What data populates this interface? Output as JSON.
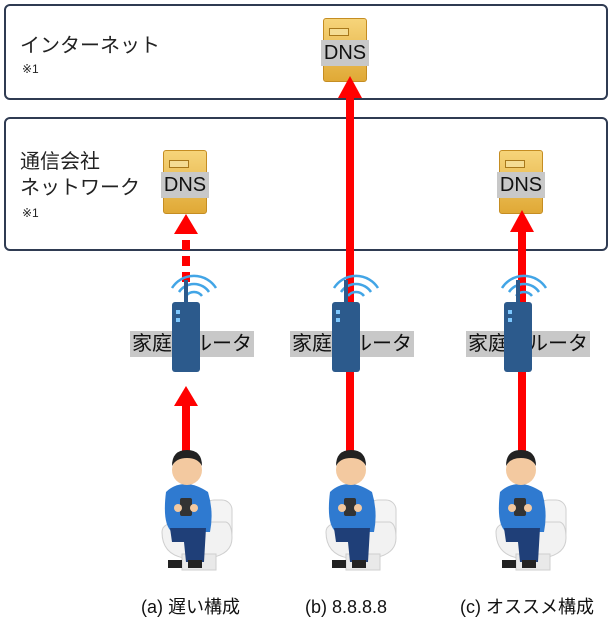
{
  "zones": {
    "internet": {
      "label": "インターネット",
      "note": "※1"
    },
    "carrier": {
      "label_line1": "通信会社",
      "label_line2": "ネットワーク",
      "note": "※1"
    }
  },
  "servers": {
    "label": "DNS"
  },
  "routers": {
    "label": "家庭用ルータ"
  },
  "captions": [
    "(a) 遅い構成",
    "(b) 8.8.8.8",
    "(c) オススメ構成"
  ],
  "colors": {
    "arrow": "#ff0000",
    "zone_border": "#2f3b52",
    "server": "#e8b94a",
    "router": "#2c5a8c",
    "wifi": "#42a5e6"
  }
}
